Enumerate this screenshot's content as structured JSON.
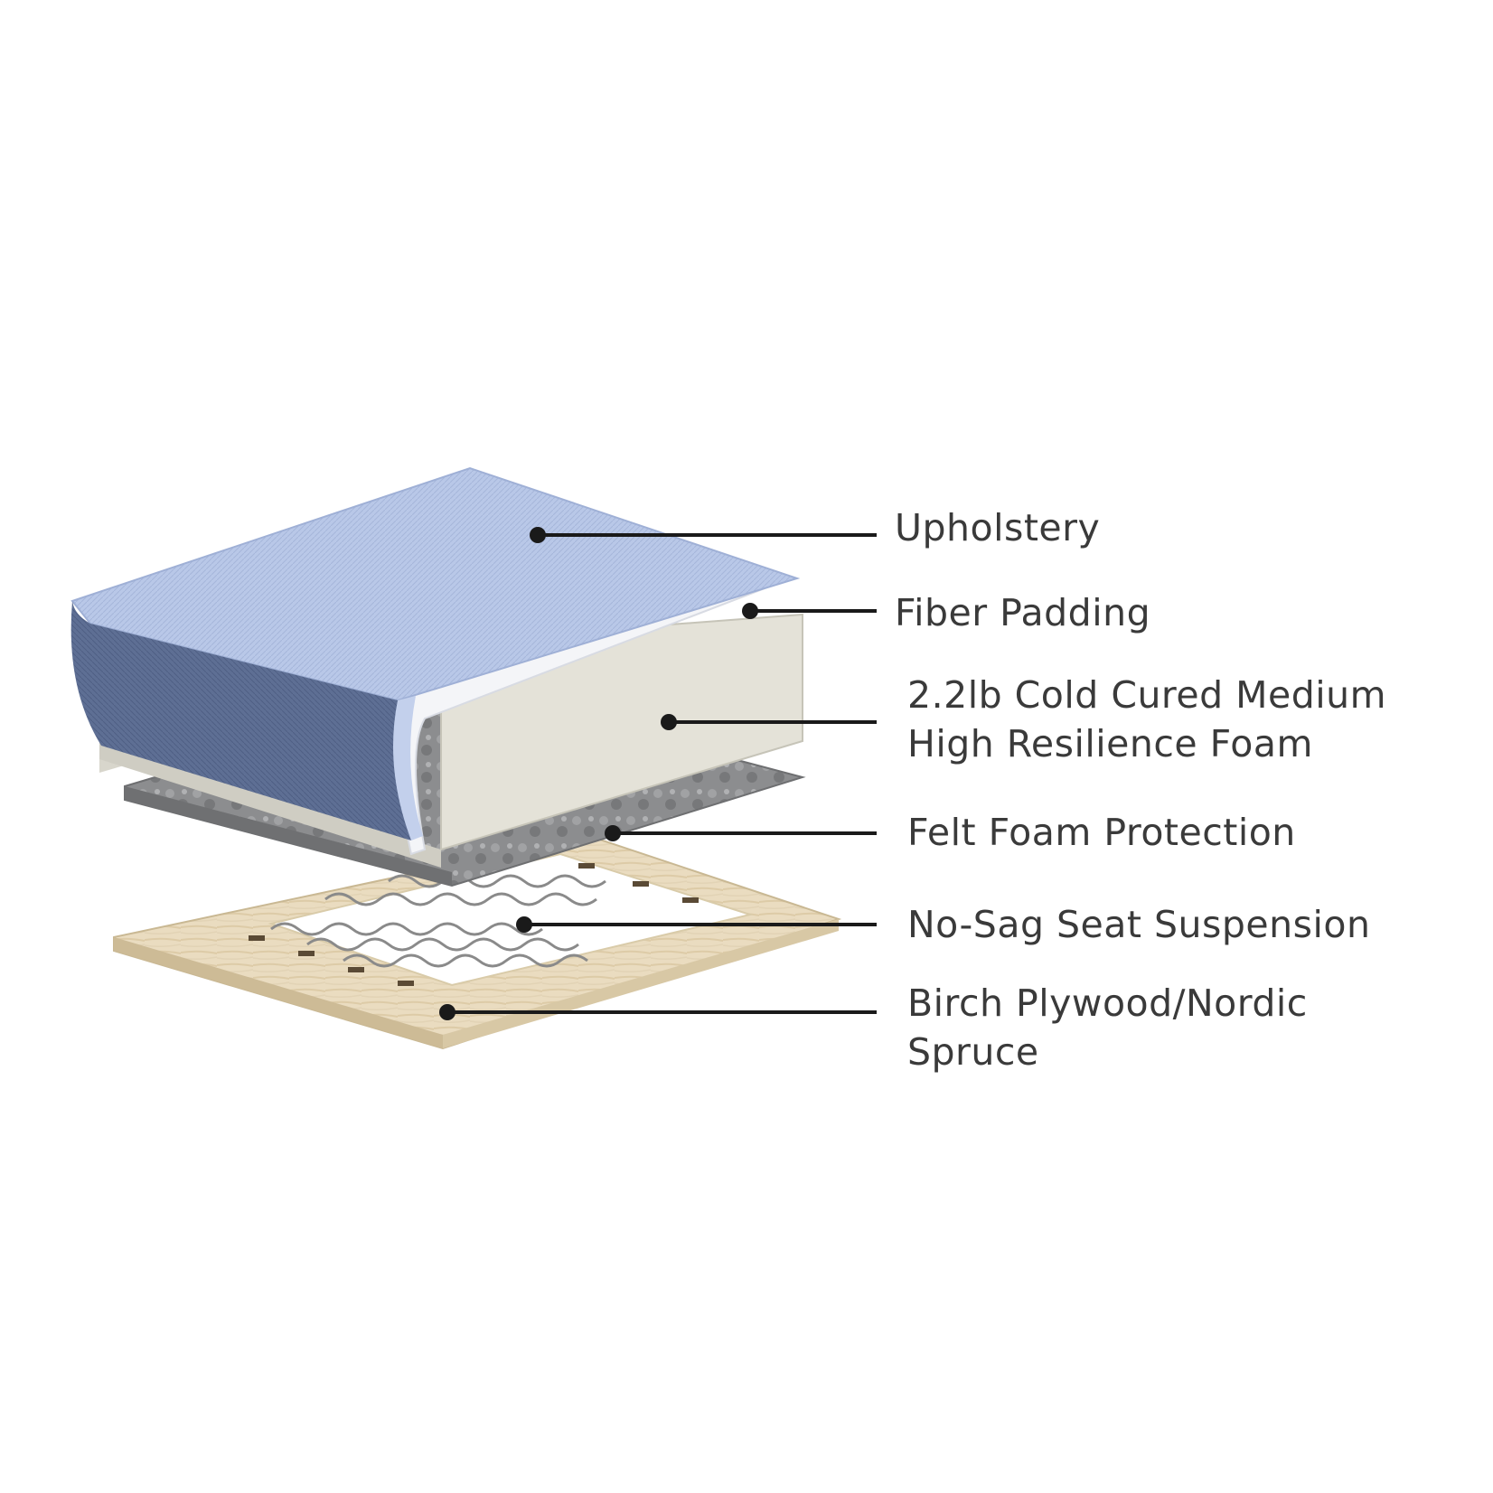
{
  "layers": [
    {
      "id": "upholstery",
      "lines": [
        "Upholstery"
      ]
    },
    {
      "id": "fiber-padding",
      "lines": [
        "Fiber Padding"
      ]
    },
    {
      "id": "foam",
      "lines": [
        "2.2lb Cold Cured Medium",
        "High Resilience Foam"
      ]
    },
    {
      "id": "felt",
      "lines": [
        "Felt Foam Protection"
      ]
    },
    {
      "id": "suspension",
      "lines": [
        "No-Sag Seat Suspension"
      ]
    },
    {
      "id": "plywood",
      "lines": [
        "Birch Plywood/Nordic",
        "Spruce"
      ]
    }
  ],
  "colors": {
    "upholstery_top": "#b9c8e8",
    "upholstery_side": "#5e6f94",
    "fiber_padding": "#f4f5f8",
    "foam": "#e4e2d8",
    "felt": "#8c8d8f",
    "plywood": "#eadcc0",
    "leader_line": "#1a1a1a"
  }
}
